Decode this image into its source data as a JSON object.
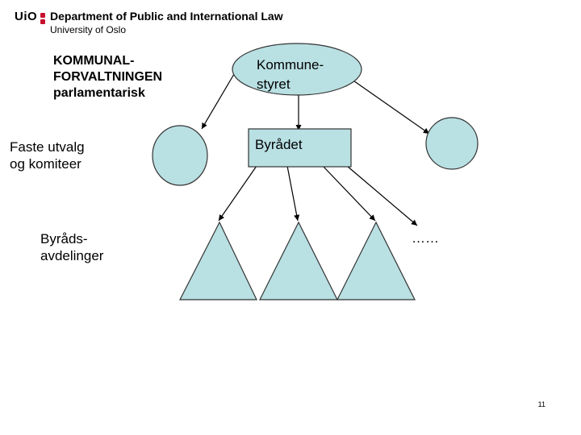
{
  "header": {
    "logo_prefix": "Ui",
    "logo_suffix": "O",
    "department": "Department of Public and International Law",
    "university": "University of Oslo",
    "brand_color": "#c8102e"
  },
  "title": "KOMMUNAL-\nFORVALTNINGEN\nparlamentarisk",
  "labels": {
    "faste": "Faste utvalg\nog komiteer",
    "avdelinger": "Byråds-\navdelinger",
    "more": "……"
  },
  "nodes": {
    "kommunestyret_line1": "Kommune-",
    "kommunestyret_line2": "styret",
    "byradet": "Byrådet"
  },
  "colors": {
    "shape_fill": "#b9e0e3",
    "stroke": "#000000"
  },
  "page_number": "11"
}
